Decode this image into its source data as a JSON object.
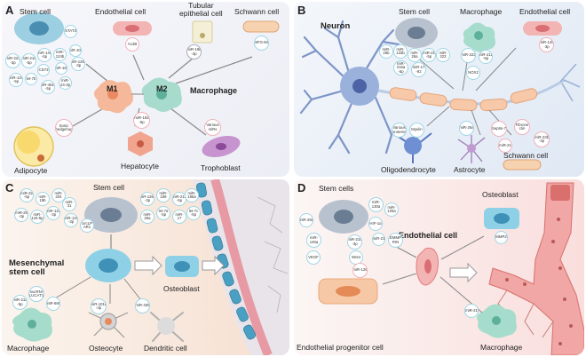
{
  "panelA": {
    "letter": "A",
    "stem_cell": "Stem cell",
    "endothelial_cell": "Endothelial cell",
    "tubular_epithelial_cell": "Tubular\nepithelial cell",
    "schwann_cell": "Schwann cell",
    "m1": "M1",
    "m2": "M2",
    "macrophage": "Macrophage",
    "adipocyte": "Adipocyte",
    "hepatocyte": "Hepatocyte",
    "trophoblast": "Trophoblast",
    "stem_mirnas": [
      "STAT3",
      "miR-223\n-3p",
      "miR-21a\n-5p",
      "miR-146\n-5p",
      "miR-\n124b",
      "miR-100",
      "CD73",
      "miR-182",
      "miR-126a\n-3p",
      "miR-144\n-5p",
      "let-7b",
      "miR-451a\n-5p",
      "miR-\n24-3p"
    ],
    "endothelial_mirna": "A13B",
    "tubular_mirna": "miR-19b\n-3p",
    "schwann_mirna": "MFG-E8",
    "adipocyte_mirna": "Sonic\nhedgehog",
    "hepatocyte_mirna": "miR-192\n-5p",
    "trophoblast_mirna": "Various\nmiRs"
  },
  "panelB": {
    "letter": "B",
    "neuron": "Neuron",
    "stem_cell": "Stem cell",
    "macrophage": "Macrophage",
    "endothelial_cell": "Endothelial cell",
    "oligodendrocyte": "Oligodendrocyte",
    "astrocyte": "Astrocyte",
    "schwann_cell": "Schwann cell",
    "stem_mirnas": [
      "miR-\n26b",
      "miR-\n133b",
      "miR-\n26a",
      "miR-21\n-5p",
      "miR-\n223",
      "miR-\n216a\n-5p",
      "miR-17\n-92"
    ],
    "macrophage_mirnas": [
      "miR-223",
      "miR-21a\n-5p",
      "NOX2"
    ],
    "endothelial_mirna": "miR-126\n-3p",
    "oligo_mirnas": [
      "Various\nproteins",
      "Myelin"
    ],
    "astro_mirna": "miR-26a",
    "schwann_mirnas": [
      "Septin-7",
      "Fibrone\nctin",
      "miR-23b\n-3p",
      "miR-21"
    ]
  },
  "panelC": {
    "letter": "C",
    "stem_cell": "Stem cell",
    "mesenchymal": "Mesenchymal\nstem cell",
    "osteoblast": "Osteoblast",
    "macrophage": "Macrophage",
    "osteocyte": "Osteocyte",
    "dendritic_cell": "Dendritic cell",
    "stem_mirnas": [
      "miR-32\n-5p",
      "miR-\n19b",
      "miR-\n204",
      "miR-126a\n-3p",
      "miR-\n199",
      "miR-21a\n-5p",
      "miR-\n196a",
      "miR-29\n-3p",
      "miR-\n144-5p",
      "miR-122\n-3p",
      "miR-\n26a",
      "let-7a\n-5p",
      "miR-\n17",
      "miR-\n31",
      "miR-126\n-3p",
      "let-7c\n-5p",
      "circLP\nAR1"
    ],
    "macrophage_mirnas": [
      "miR-21a\n-5p",
      "miR-690",
      "mucRNA\nLUCAT1"
    ],
    "osteocyte_mirna": "miR-101b\n-3p",
    "dendritic_mirna": "miR-335"
  },
  "panelD": {
    "letter": "D",
    "stem_cells": "Stem cells",
    "osteoblast": "Osteoblast",
    "endothelial_cell": "Endothelial cell",
    "epc": "Endothelial progenitor cell",
    "macrophage": "Macrophage",
    "stem_mirnas": [
      "miR-29a",
      "miR-\n130a",
      "miR-\n125a",
      "miR-\n146a",
      "HIF-1α",
      "miR-21",
      "miR-210\n-3p",
      "EMMP\nRIN",
      "VEGF",
      "Wnt4"
    ],
    "osteoblast_mirna": "MMP2",
    "epc_mirna": "miR-126",
    "macrophage_mirna": "miR-21"
  }
}
